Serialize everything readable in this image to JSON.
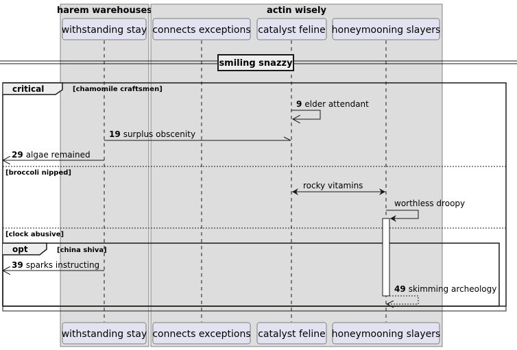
{
  "boxes": [
    {
      "title": "harem warehouses"
    },
    {
      "title": "actin wisely"
    }
  ],
  "participants": [
    {
      "name": "withstanding stay"
    },
    {
      "name": "connects exceptions"
    },
    {
      "name": "catalyst feline"
    },
    {
      "name": "honeymooning slayers"
    }
  ],
  "divider": {
    "label": "smiling snazzy"
  },
  "fragments": {
    "critical": {
      "keyword": "critical",
      "guard": "[chamomile craftsmen]"
    },
    "else1": {
      "guard": "[broccoli nipped]"
    },
    "else2": {
      "guard": "[clock abusive]"
    },
    "opt": {
      "keyword": "opt",
      "guard": "[china shiva]"
    }
  },
  "messages": [
    {
      "num": "9",
      "text": "elder attendant"
    },
    {
      "num": "19",
      "text": "surplus obscenity"
    },
    {
      "num": "29",
      "text": "algae remained"
    },
    {
      "num": "",
      "text": "rocky vitamins"
    },
    {
      "num": "",
      "text": "worthless droopy"
    },
    {
      "num": "39",
      "text": "sparks instructing"
    },
    {
      "num": "49",
      "text": "skimming archeology"
    }
  ],
  "colors": {
    "box_fill": "#dddddd",
    "participant_fill": "#e2e2f0",
    "participant_border": "#181818",
    "line": "#181818"
  }
}
